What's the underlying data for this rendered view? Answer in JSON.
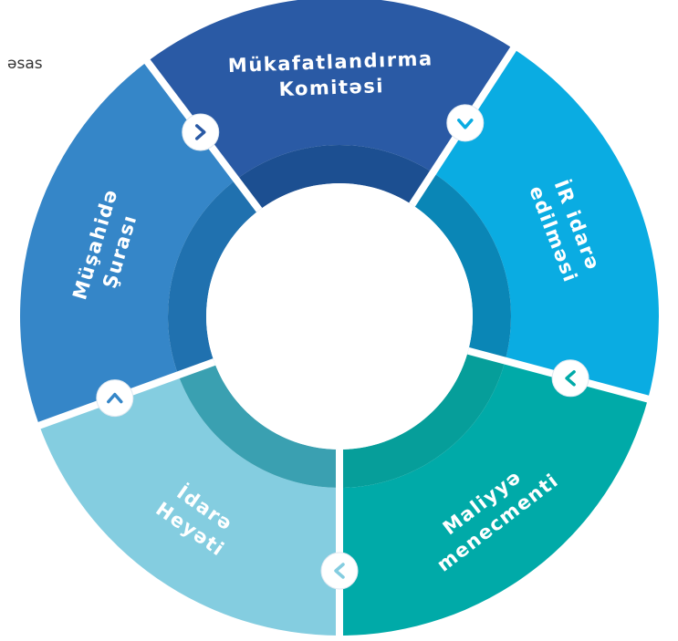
{
  "corner_label": "əsas",
  "center": {
    "label": ""
  },
  "segments": [
    {
      "id": "mukafatlandirma",
      "lines": [
        "Mükafatlandırma",
        "Komitəsi"
      ],
      "color_outer": "#2a5aa5",
      "color_inner": "#1c4f91"
    },
    {
      "id": "ir-idare",
      "lines": [
        "İR idarə",
        "edilməsi"
      ],
      "color_outer": "#0aace2",
      "color_inner": "#0a86b6"
    },
    {
      "id": "maliyye",
      "lines": [
        "Maliyyə",
        "menecmenti"
      ],
      "color_outer": "#00aaa8",
      "color_inner": "#069e9a"
    },
    {
      "id": "idare-heyeti",
      "lines": [
        "İdarə",
        "Heyəti"
      ],
      "color_outer": "#84cde0",
      "color_inner": "#3aa0b1"
    },
    {
      "id": "musahide-surasi",
      "lines": [
        "Müşahidə",
        "Şurası"
      ],
      "color_outer": "#3586c8",
      "color_inner": "#2071af"
    }
  ],
  "connectors": [
    {
      "icon": "chevron-right-icon"
    },
    {
      "icon": "chevron-down-icon"
    },
    {
      "icon": "chevron-left-icon"
    },
    {
      "icon": "chevron-left-icon"
    },
    {
      "icon": "chevron-up-icon"
    }
  ]
}
